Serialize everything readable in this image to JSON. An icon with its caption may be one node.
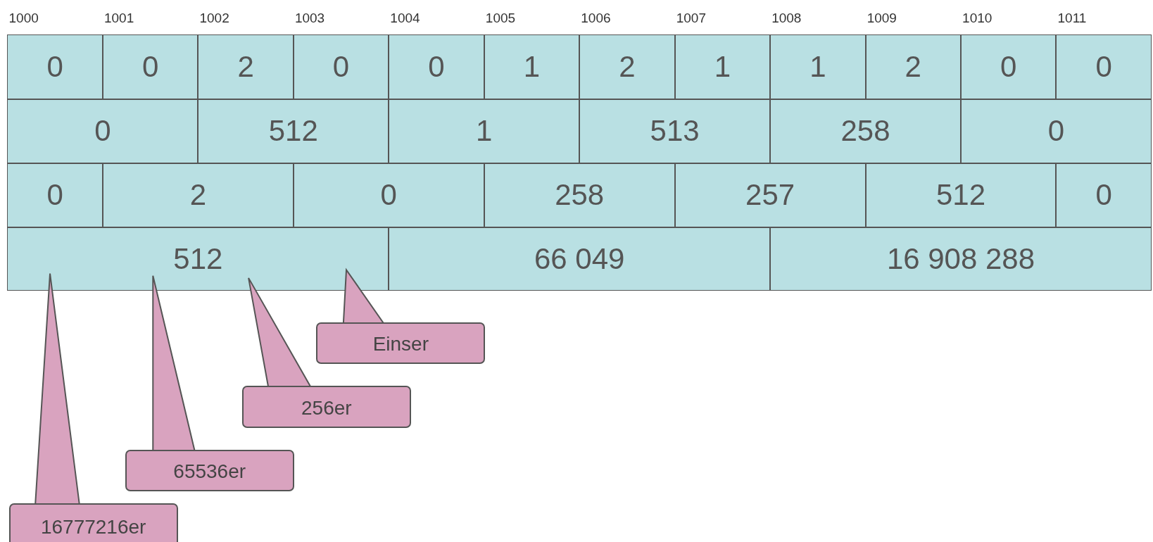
{
  "diagram": {
    "nodes": [
      {
        "text": [
          "Einser"
        ]
      },
      {
        "text": [
          "256er"
        ]
      },
      {
        "text": [
          "65536er"
        ]
      },
      {
        "text": [
          "16777216er"
        ]
      }
    ],
    "edges": [
      {
        "from": 0,
        "to": null,
        "arrow": "to"
      },
      {
        "from": 1,
        "to": null,
        "arrow": "to"
      },
      {
        "from": 2,
        "to": null,
        "arrow": "to"
      },
      {
        "from": 3,
        "to": null,
        "arrow": "to"
      }
    ],
    "labels": [
      "1000",
      "1001",
      "1002",
      "1003",
      "1004",
      "1005",
      "1006",
      "1007",
      "1008",
      "1009",
      "1010",
      "1011",
      "0",
      "0",
      "2",
      "0",
      "0",
      "1",
      "2",
      "1",
      "1",
      "2",
      "0",
      "0",
      "0",
      "512",
      "1",
      "513",
      "258",
      "0",
      "0",
      "2",
      "0",
      "258",
      "257",
      "512",
      "0",
      "512",
      "66 049",
      "16 908 288"
    ]
  }
}
